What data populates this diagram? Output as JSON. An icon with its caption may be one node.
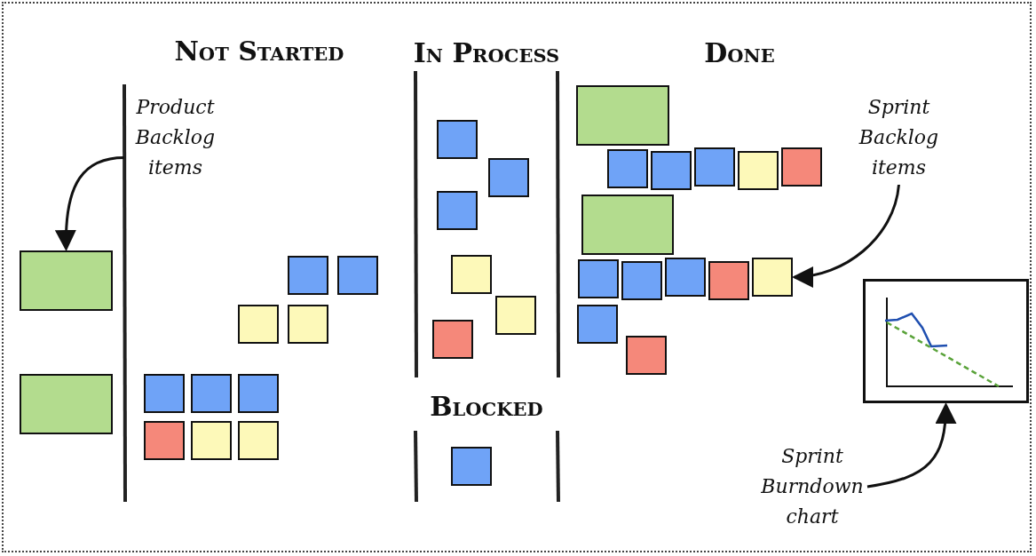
{
  "diagram": {
    "nodes": [
      {
        "text": [
          "Product Backlog items"
        ]
      },
      {
        "text": [],
        "shape": "box"
      },
      {
        "text": [],
        "shape": "box"
      },
      {
        "text": [],
        "shape": "box"
      },
      {
        "text": [],
        "shape": "box"
      },
      {
        "text": [],
        "shape": "box"
      },
      {
        "text": [],
        "shape": "box"
      },
      {
        "text": [],
        "shape": "box"
      },
      {
        "text": [],
        "shape": "box"
      },
      {
        "text": [],
        "shape": "box"
      },
      {
        "text": [],
        "shape": "box"
      },
      {
        "text": [],
        "shape": "box"
      },
      {
        "text": [],
        "shape": "box"
      },
      {
        "text": [],
        "shape": "box"
      },
      {
        "text": [],
        "shape": "box"
      },
      {
        "text": [],
        "shape": "box"
      },
      {
        "text": [],
        "shape": "box"
      },
      {
        "text": [],
        "shape": "box"
      },
      {
        "text": [],
        "shape": "box"
      },
      {
        "text": [],
        "shape": "box"
      },
      {
        "text": [],
        "shape": "box"
      },
      {
        "text": [],
        "shape": "box"
      },
      {
        "text": [],
        "shape": "box"
      },
      {
        "text": [],
        "shape": "box"
      },
      {
        "text": [],
        "shape": "box"
      },
      {
        "text": [],
        "shape": "box"
      },
      {
        "text": [],
        "shape": "box"
      },
      {
        "text": [],
        "shape": "box"
      },
      {
        "text": [],
        "shape": "box"
      },
      {
        "text": [],
        "shape": "box"
      },
      {
        "text": [],
        "shape": "box"
      },
      {
        "text": [],
        "shape": "box"
      },
      {
        "text": [],
        "shape": "box"
      },
      {
        "text": [],
        "shape": "box"
      },
      {
        "text": [
          "Sprint Backlog items"
        ]
      },
      {
        "text": [
          "Sprint Burndown chart"
        ]
      },
      {
        "text": [],
        "shape": "chart"
      }
    ],
    "edges": [
      {
        "from": 0,
        "to": 1,
        "arrow": "to"
      },
      {
        "from": 34,
        "to": 31,
        "arrow": "to"
      },
      {
        "from": 35,
        "to": 36,
        "arrow": "to"
      }
    ],
    "labels": [
      "Not Started",
      "In Process",
      "Done",
      "Blocked"
    ]
  }
}
